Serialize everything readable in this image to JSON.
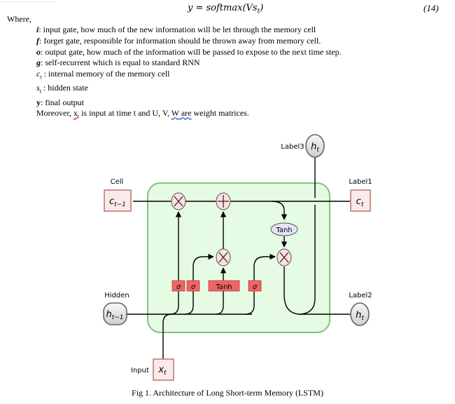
{
  "equation": {
    "text": "y = softmax(Vs",
    "subscript": "t",
    "close": ")",
    "number": "(14)"
  },
  "where_label": "Where,",
  "definitions": [
    {
      "symbol": "i",
      "text": ": input gate, how much of the new information will be let through the memory cell"
    },
    {
      "symbol": "f",
      "text": ": forget gate, responsible for information should be thrown away from memory cell."
    },
    {
      "symbol": "o",
      "text": ": output gate, how much of the information will be passed to expose to the next time step."
    },
    {
      "symbol": "g",
      "text": ": self-recurrent which is equal to standard RNN"
    },
    {
      "symbol": "c",
      "subscript": "t",
      "text": " : internal memory of the memory cell"
    },
    {
      "symbol": "s",
      "subscript": "t",
      "text": " : hidden state"
    },
    {
      "symbol": "y",
      "text": ": final output"
    }
  ],
  "moreover": {
    "prefix": "Moreover, ",
    "x": "x",
    "x_sub": "t",
    "middle": " is input at time t and U, V, ",
    "w": "W",
    "are": " are",
    "suffix": " weight matrices."
  },
  "diagram": {
    "cell_label": "Cell",
    "cell_in": "c",
    "cell_in_sub": "t−1",
    "hidden_label": "Hidden",
    "hidden_in": "h",
    "hidden_in_sub": "t−1",
    "input_label": "Input",
    "input": "x",
    "input_sub": "t",
    "label1": "Label1",
    "label1_val": "c",
    "label1_sub": "t",
    "label2": "Label2",
    "label2_val": "h",
    "label2_sub": "t",
    "label3": "Label3",
    "label3_val": "h",
    "label3_sub": "t",
    "gate_sigma": "σ",
    "gate_tanh": "Tanh",
    "tanh_out": "Tanh",
    "op_mult": "×",
    "op_add": "+",
    "colors": {
      "cell_bg": "#e6fbe3",
      "cell_border": "#7fc37a",
      "gate_fill": "#f06464",
      "op_fill": "#fde0e0",
      "io_box_fill": "#fbeaea",
      "io_box_border": "#c07a7a",
      "tanh_fill": "#e4e4fb"
    }
  },
  "caption": "Fig 1. Architecture of Long Short-term Memory (LSTM)"
}
